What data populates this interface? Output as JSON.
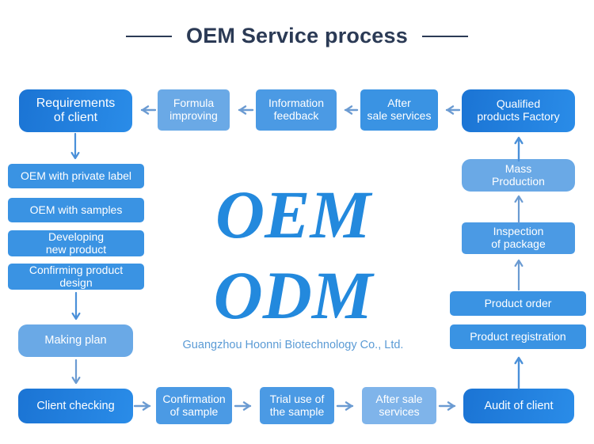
{
  "header": {
    "title": "OEM Service process"
  },
  "watermark": {
    "line1": "OEM",
    "line2": "ODM",
    "company": "Guangzhou Hoonni Biotechnology Co., Ltd."
  },
  "colors": {
    "title": "#2b3a55",
    "accent_dark": "#1b74d4",
    "accent_mid": "#3a93e3",
    "accent_light": "#6aa9e6",
    "arrow": "#6b9bd2",
    "watermark": "#2389dd",
    "background": "#ffffff"
  },
  "flow": {
    "top_row": [
      {
        "id": "requirements-of-client",
        "label": "Requirements\nof client"
      },
      {
        "id": "formula-improving",
        "label": "Formula\nimproving"
      },
      {
        "id": "information-feedback",
        "label": "Information\nfeedback"
      },
      {
        "id": "after-sale-services-top",
        "label": "After\nsale services"
      },
      {
        "id": "qualified-products-factory",
        "label": "Qualified\nproducts Factory"
      }
    ],
    "left_column": [
      {
        "id": "oem-with-private-label",
        "label": "OEM with private label"
      },
      {
        "id": "oem-with-samples",
        "label": "OEM with samples"
      },
      {
        "id": "developing-new-product",
        "label": "Developing\nnew product"
      },
      {
        "id": "confirming-product-design",
        "label": "Confirming product\ndesign"
      },
      {
        "id": "making-plan",
        "label": "Making plan"
      },
      {
        "id": "client-checking",
        "label": "Client checking"
      }
    ],
    "bottom_row": [
      {
        "id": "confirmation-of-sample",
        "label": "Confirmation\nof sample"
      },
      {
        "id": "trial-use-of-the-sample",
        "label": "Trial use of\nthe sample"
      },
      {
        "id": "after-sale-services-bottom",
        "label": "After sale\nservices"
      },
      {
        "id": "audit-of-client",
        "label": "Audit of client"
      }
    ],
    "right_column": [
      {
        "id": "product-registration",
        "label": "Product registration"
      },
      {
        "id": "product-order",
        "label": "Product order"
      },
      {
        "id": "inspection-of-package",
        "label": "Inspection\nof package"
      },
      {
        "id": "mass-production",
        "label": "Mass\nProduction"
      }
    ]
  }
}
